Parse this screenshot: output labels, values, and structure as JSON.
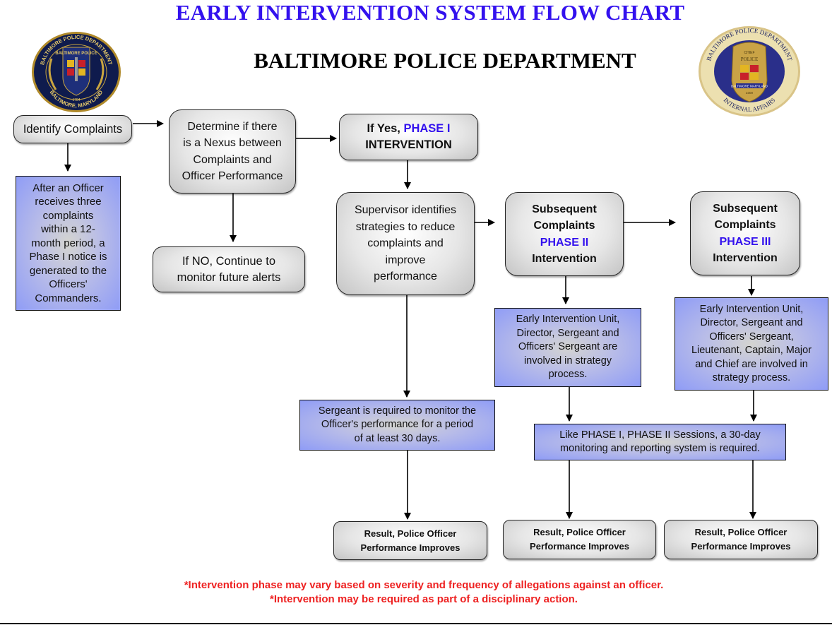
{
  "header": {
    "title": "EARLY INTERVENTION SYSTEM FLOW CHART",
    "subtitle": "BALTIMORE POLICE DEPARTMENT"
  },
  "logos": {
    "left": {
      "icon": "baltimore-police-seal",
      "text_top": "BALTIMORE POLICE DEPARTMENT",
      "text_shield": "BALTIMORE POLICE",
      "text_year": "1784",
      "text_bottom": "BALTIMORE, MARYLAND"
    },
    "right": {
      "icon": "internal-affairs-seal",
      "text_top": "BALTIMORE POLICE DEPARTMENT",
      "text_badge_top": "CHIEF",
      "text_badge": "POLICE",
      "text_badge_banner": "BALTIMORE MARYLAND",
      "text_badge_number": "2300",
      "text_bottom": "INTERNAL AFFAIRS"
    }
  },
  "nodes": {
    "identify": "Identify Complaints",
    "phase1_notice": [
      "After an Officer",
      "receives three",
      "complaints",
      "within a 12-",
      "month period, a",
      "Phase I notice is",
      "generated to the",
      "Officers'",
      "Commanders."
    ],
    "nexus": [
      "Determine if there",
      "is a Nexus between",
      "Complaints and",
      "Officer Performance"
    ],
    "if_no": [
      "If NO, Continue to",
      "monitor future alerts"
    ],
    "if_yes": {
      "prefix": "If Yes, ",
      "phase": "PHASE I",
      "suffix": "INTERVENTION"
    },
    "supervisor": [
      "Supervisor identifies",
      "strategies to reduce",
      "complaints and",
      "improve",
      "performance"
    ],
    "phase2": {
      "line1": "Subsequent",
      "line2": "Complaints",
      "phase": "PHASE II",
      "line4": "Intervention"
    },
    "phase3": {
      "line1": "Subsequent",
      "line2": "Complaints",
      "phase": "PHASE III",
      "line4": "Intervention"
    },
    "phase2_involved": [
      "Early Intervention Unit,",
      "Director, Sergeant and",
      "Officers' Sergeant are",
      "involved in strategy",
      "process."
    ],
    "phase3_involved": [
      "Early Intervention Unit,",
      "Director, Sergeant and",
      "Officers' Sergeant,",
      "Lieutenant, Captain, Major",
      "and Chief are involved in",
      "strategy process."
    ],
    "sergeant_monitor": [
      "Sergeant is required to monitor the",
      "Officer's performance for a period",
      "of at least 30 days."
    ],
    "like_phase": [
      "Like PHASE I, PHASE II Sessions, a 30-day",
      "monitoring and reporting system is required."
    ],
    "result1": [
      "Result, Police Officer",
      "Performance Improves"
    ],
    "result2": [
      "Result, Police Officer",
      "Performance Improves"
    ],
    "result3": [
      "Result, Police Officer",
      "Performance Improves"
    ]
  },
  "footnotes": [
    "*Intervention phase may vary based on severity and frequency of allegations against an officer.",
    "*Intervention may be required as part of a disciplinary action."
  ],
  "colors": {
    "title": "#3311ee",
    "phase_text": "#3311ee",
    "footnote": "#ee2222",
    "blue_box": "#8f9cf6",
    "gray_box": "#e6e6e6"
  }
}
